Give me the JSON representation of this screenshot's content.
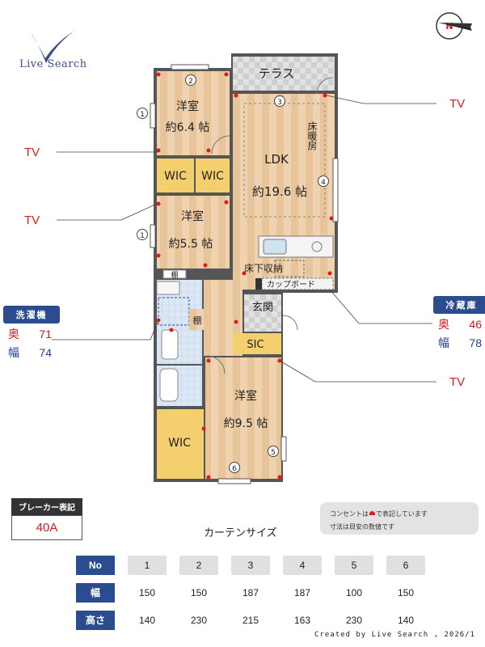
{
  "brand": {
    "name": "Live Search"
  },
  "compass": {
    "label": "N"
  },
  "rooms": {
    "terrace": "テラス",
    "western1_name": "洋室",
    "western1_size": "約6.4 帖",
    "ldk_name": "LDK",
    "ldk_size": "約19.6 帖",
    "floor_heating": "床暖房",
    "wic1": "WIC",
    "wic2": "WIC",
    "western2_name": "洋室",
    "western2_size": "約5.5 帖",
    "underfloor": "床下収納",
    "cupboard": "カップボード",
    "shelf_small": "棚",
    "shelf": "棚",
    "entrance": "玄関",
    "sic": "SIC",
    "western3_name": "洋室",
    "western3_size": "約9.5 帖",
    "wic3": "WIC"
  },
  "windows": [
    "1",
    "2",
    "3",
    "4",
    "5",
    "6"
  ],
  "tv_label": "TV",
  "washer": {
    "title": "洗濯機",
    "depth_label": "奥",
    "depth": "71",
    "width_label": "幅",
    "width": "74"
  },
  "fridge": {
    "title": "冷蔵庫",
    "depth_label": "奥",
    "depth": "46",
    "width_label": "幅",
    "width": "78"
  },
  "breaker": {
    "label": "ブレーカー表記",
    "value": "40A"
  },
  "note": {
    "line1_before": "コンセントは",
    "line1_after": "で表記しています",
    "line2": "寸法は目安の数値です"
  },
  "curtain": {
    "title": "カーテンサイズ",
    "headers": {
      "no": "No",
      "width": "幅",
      "height": "高さ"
    },
    "numbers": [
      "1",
      "2",
      "3",
      "4",
      "5",
      "6"
    ],
    "widths": [
      "150",
      "150",
      "187",
      "187",
      "100",
      "150"
    ],
    "heights": [
      "140",
      "230",
      "215",
      "163",
      "230",
      "140"
    ]
  },
  "footer": "Created by Live Search , 2026/1",
  "colors": {
    "accent": "#2b4d8f",
    "outlet": "#e01b1b",
    "wood": "#eeceaa",
    "wic": "#f3cf6e"
  }
}
